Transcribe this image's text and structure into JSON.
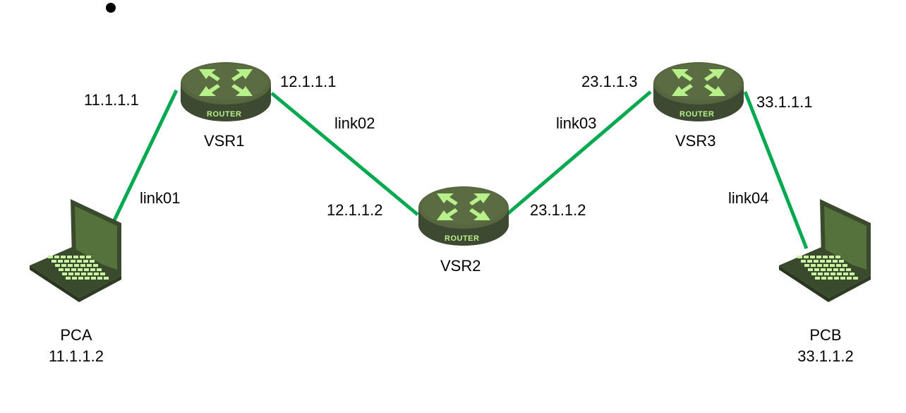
{
  "colors": {
    "link": "#00a84f",
    "router_body": "#3d4a31",
    "router_top": "#56663f",
    "router_glyph": "#b8f08a",
    "laptop_body": "#3a4a2c",
    "laptop_screen": "#56723c",
    "laptop_keys": "#c9f3a0"
  },
  "routers": [
    {
      "name": "VSR1",
      "badge": "ROUTER"
    },
    {
      "name": "VSR2",
      "badge": "ROUTER"
    },
    {
      "name": "VSR3",
      "badge": "ROUTER"
    }
  ],
  "hosts": [
    {
      "name": "PCA",
      "ip": "11.1.1.2"
    },
    {
      "name": "PCB",
      "ip": "33.1.1.2"
    }
  ],
  "links": [
    {
      "name": "link01",
      "ip_a": "11.1.1.1"
    },
    {
      "name": "link02",
      "ip_a": "12.1.1.1",
      "ip_b": "12.1.1.2"
    },
    {
      "name": "link03",
      "ip_a": "23.1.1.2",
      "ip_b": "23.1.1.3"
    },
    {
      "name": "link04",
      "ip_a": "33.1.1.1"
    }
  ]
}
